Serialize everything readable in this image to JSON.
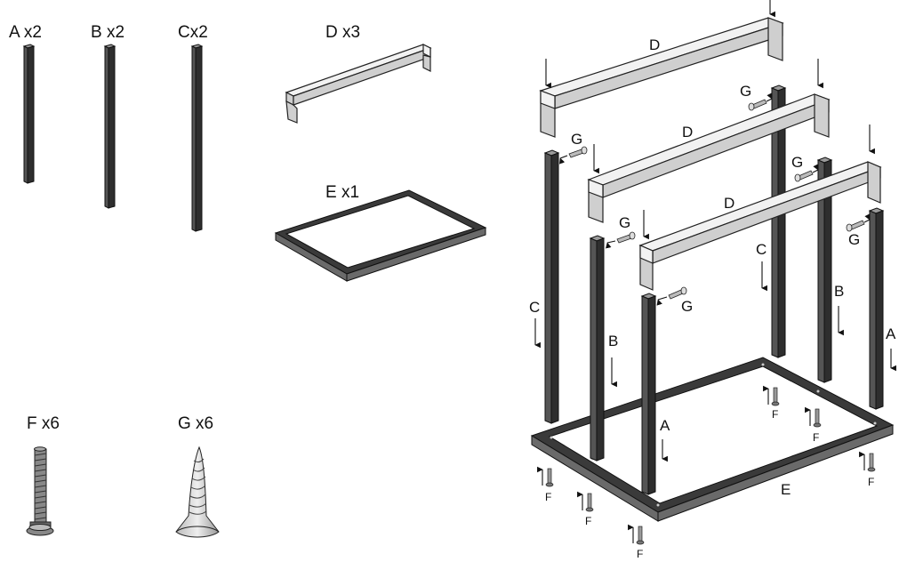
{
  "parts": {
    "A": "A x2",
    "B": "B x2",
    "C": "Cx2",
    "D": "D x3",
    "E": "E x1",
    "F": "F x6",
    "G": "G x6"
  },
  "assembly": {
    "bar": "D",
    "frame": "E",
    "leg_a": "A",
    "leg_b": "B",
    "leg_c": "C",
    "bolt": "F",
    "screw": "G"
  }
}
